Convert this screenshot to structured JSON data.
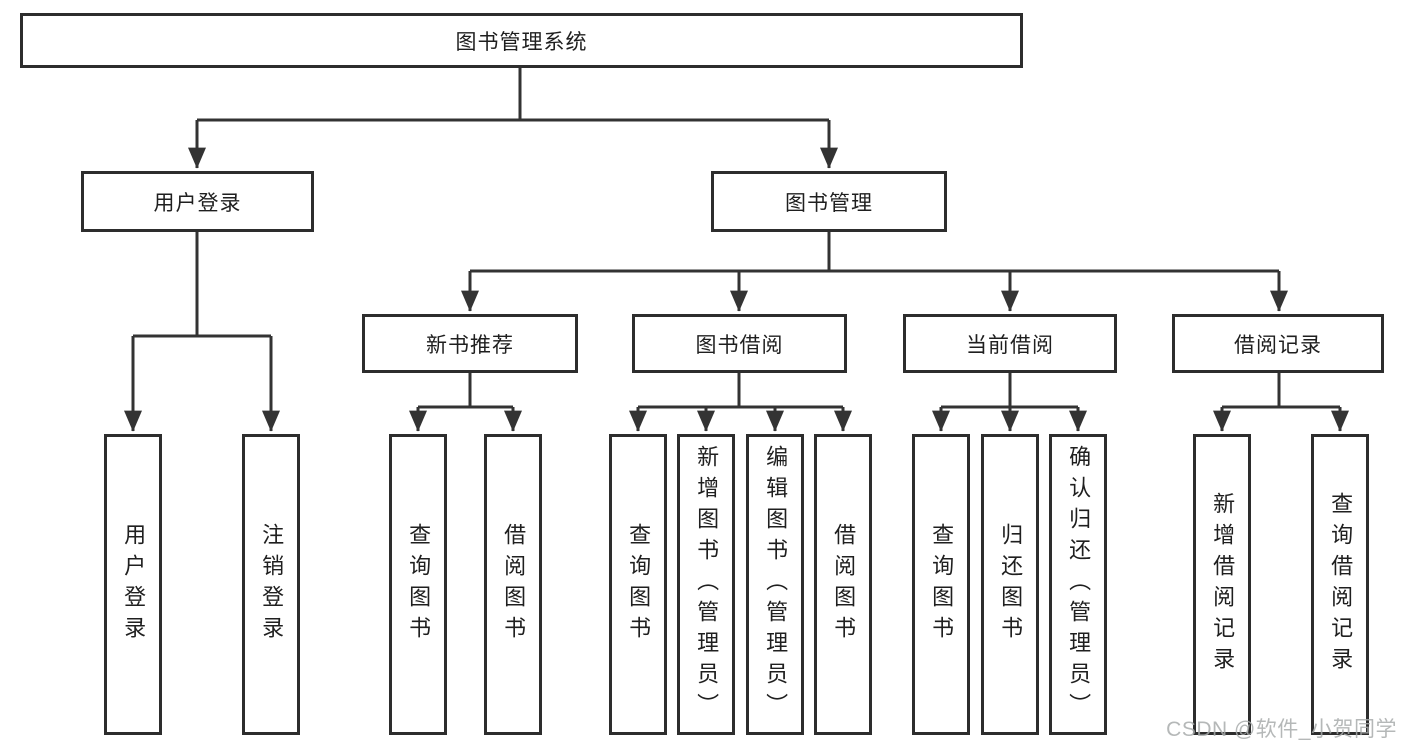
{
  "diagram": {
    "title": "图书管理系统",
    "type": "hierarchy-tree"
  },
  "tree": {
    "label": "图书管理系统",
    "children": [
      {
        "label": "用户登录",
        "children": [
          {
            "label": "用户登录"
          },
          {
            "label": "注销登录"
          }
        ]
      },
      {
        "label": "图书管理",
        "children": [
          {
            "label": "新书推荐",
            "children": [
              {
                "label": "查询图书"
              },
              {
                "label": "借阅图书"
              }
            ]
          },
          {
            "label": "图书借阅",
            "children": [
              {
                "label": "查询图书"
              },
              {
                "label": "新增图书（管理员）"
              },
              {
                "label": "编辑图书（管理员）"
              },
              {
                "label": "借阅图书"
              }
            ]
          },
          {
            "label": "当前借阅",
            "children": [
              {
                "label": "查询图书"
              },
              {
                "label": "归还图书"
              },
              {
                "label": "确认归还（管理员）"
              }
            ]
          },
          {
            "label": "借阅记录",
            "children": [
              {
                "label": "新增借阅记录"
              },
              {
                "label": "查询借阅记录"
              }
            ]
          }
        ]
      }
    ]
  },
  "watermark": {
    "text": "CSDN @软件_小贺同学"
  },
  "colors": {
    "line": "#333333",
    "box_border": "#2d2d2d",
    "text": "#1f1f1f",
    "watermark": "#a8acac",
    "background": "#ffffff"
  }
}
